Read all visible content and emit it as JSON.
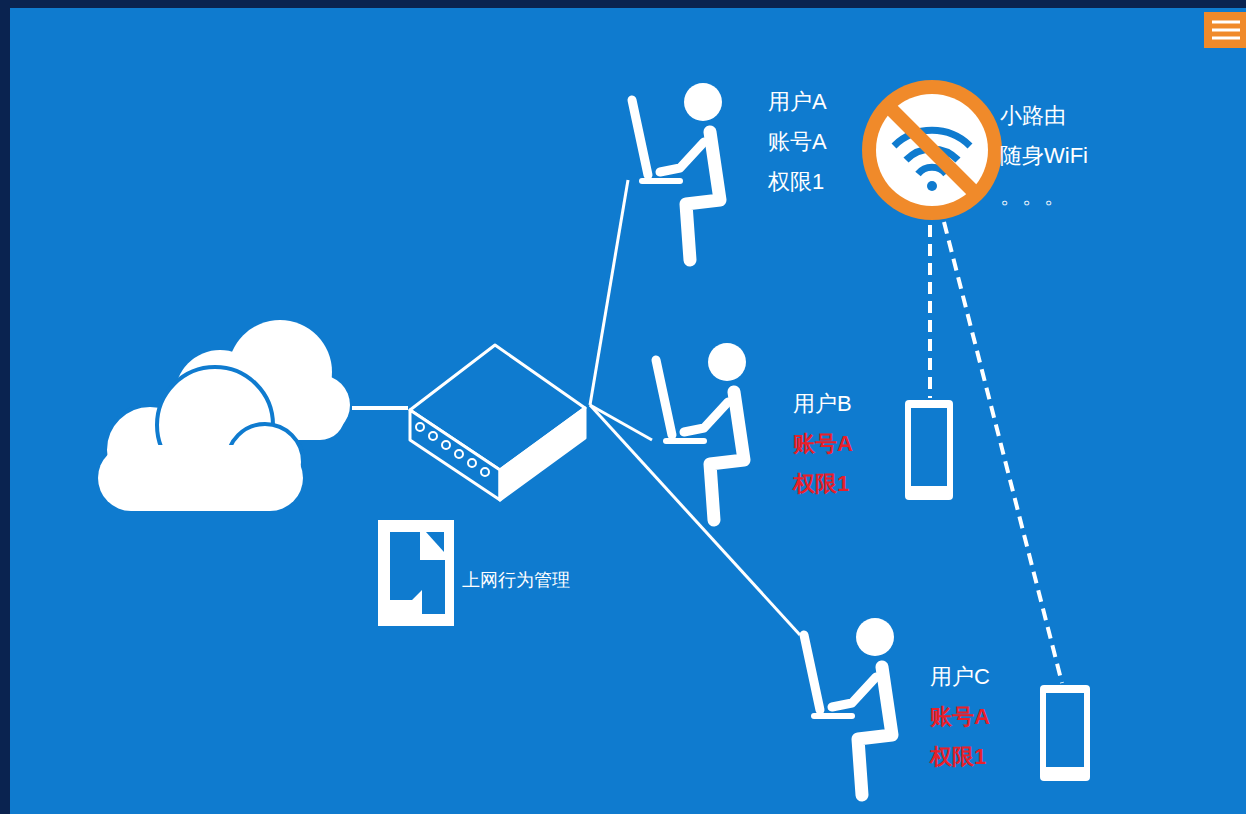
{
  "diagram": {
    "nodes": [
      {
        "text": [
          "上网行为管理"
        ]
      },
      {
        "text": [
          "用户A",
          "账号A",
          "权限1"
        ]
      },
      {
        "text": [
          "小路由",
          "随身WiFi",
          "。。。"
        ]
      },
      {
        "text": [
          "用户B",
          "账号A",
          "权限1"
        ]
      },
      {
        "text": [
          "用户C",
          "账号A",
          "权限1"
        ]
      }
    ],
    "edges": [
      {
        "from": 0,
        "to": 1,
        "arrow": "none"
      },
      {
        "from": 0,
        "to": 3,
        "arrow": "none"
      },
      {
        "from": 0,
        "to": 4,
        "arrow": "none"
      }
    ]
  }
}
